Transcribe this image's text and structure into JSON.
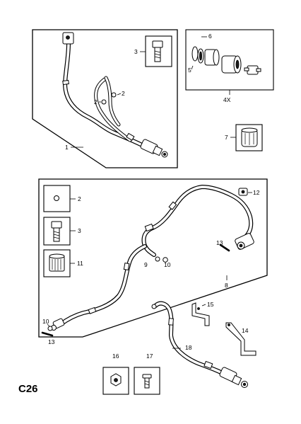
{
  "page_code": "C26",
  "callouts": {
    "c_top_3": "3",
    "c_top_6": "6",
    "c_top_5": "5",
    "c_top_4x": "4X",
    "c_top_2a": "2",
    "c_top_2b": "2",
    "c_top_1": "1",
    "c_top_7": "7",
    "c_mid_2": "2",
    "c_mid_3": "3",
    "c_mid_11": "11",
    "c_mid_12": "12",
    "c_mid_13a": "13",
    "c_mid_9": "9",
    "c_mid_10a": "10",
    "c_mid_8": "8",
    "c_mid_10b": "10",
    "c_mid_13b": "13",
    "c_bot_15": "15",
    "c_bot_14": "14",
    "c_bot_18": "18",
    "c_bot_16": "16",
    "c_bot_17": "17"
  }
}
